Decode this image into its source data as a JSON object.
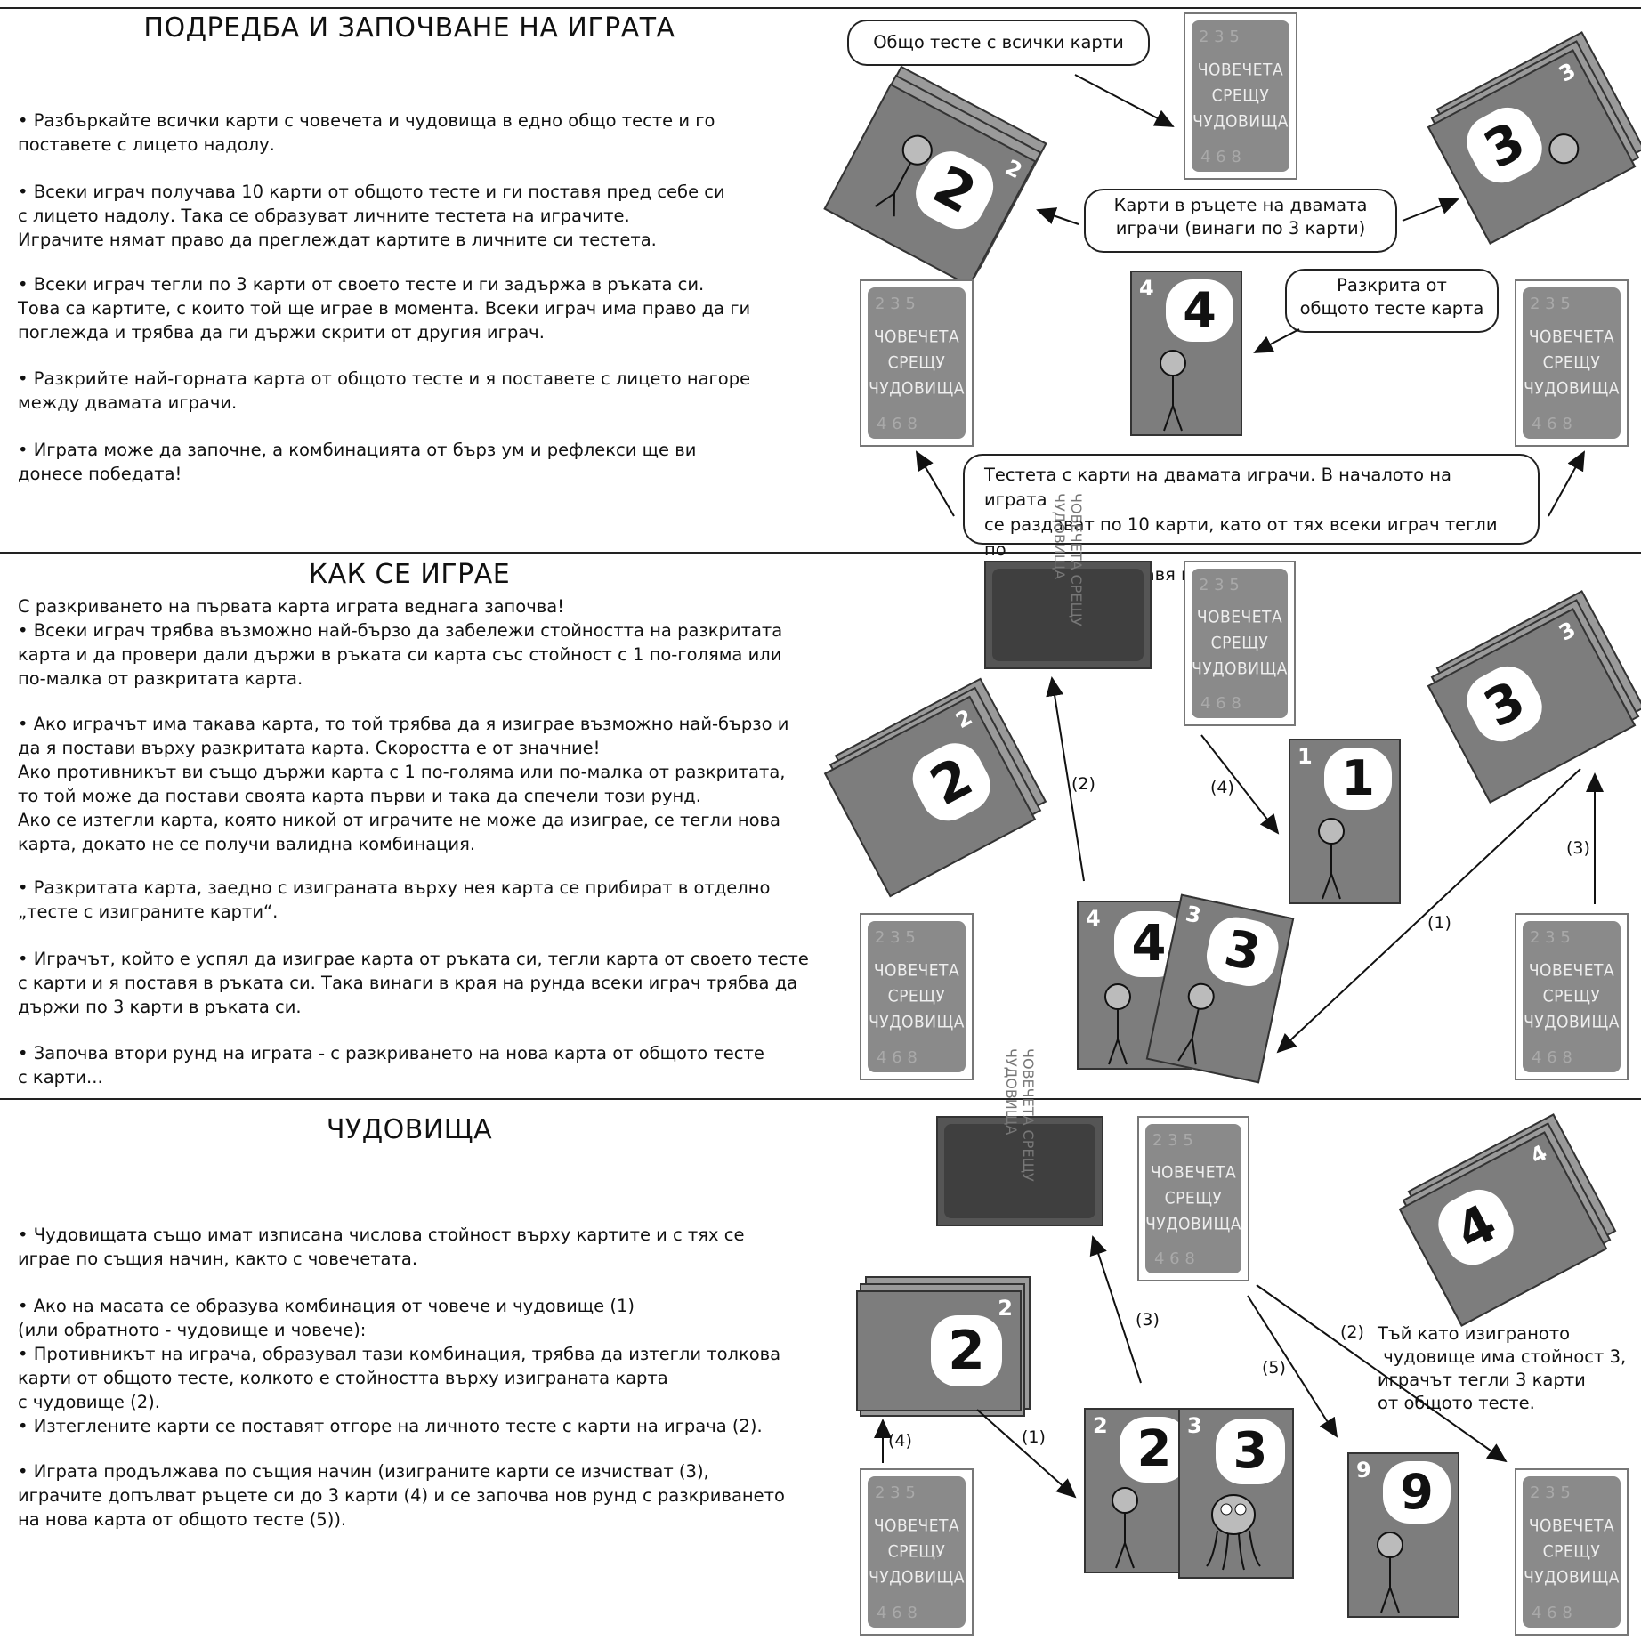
{
  "card_back_name": "ЧОВЕЧЕТА\nСРЕЩУ\nЧУДОВИЩА",
  "section1": {
    "title": "ПОДРЕДБА И ЗАПОЧВАНЕ НА ИГРАТА",
    "paragraphs": [
      "• Разбъркайте всички карти с човечета и чудовища в едно общо тесте и го\nпоставете с лицето надолу.",
      "• Всеки играч получава 10 карти от общото тесте и ги поставя пред себе си\nс лицето надолу. Така се  образуват личните тестета на играчите.\nИграчите нямат право да преглеждат картите в личните си тестета.",
      "• Всеки играч тегли по 3 карти от своето тесте и ги задържа в ръката си.\nТова са картите, с които той ще играе в момента. Всеки играч има право да ги\nпоглежда и трябва да ги държи скрити от другия играч.",
      "• Разкрийте най-горната карта от общото тесте и я поставете с лицето нагоре\nмежду двамата играчи.",
      "• Играта може да започне, а комбинацията от бърз ум и рефлекси ще ви\nдонесе победата!"
    ],
    "bubble_deck": "Общо тесте с всички карти",
    "bubble_hands": "Карти в ръцете на двамата\nиграчи (винаги по 3 карти)",
    "bubble_revealed": "Разкрита от\nобщото тесте карта",
    "bubble_personal": "Тестета с карти на двамата играчи. В началото на играта\nсе раздават по 10 карти, като от тях всеки играч тегли по\n3 карти и ги поставя в ръката си.",
    "cards": {
      "left_hand": "2",
      "right_hand": "3",
      "revealed": "4"
    }
  },
  "section2": {
    "title": "КАК СЕ ИГРАЕ",
    "paragraphs": [
      "С разкриването на първата карта играта веднага започва!\n • Всеки играч трябва възможно най-бързо да забележи стойността на разкритата\nкарта и да провери дали държи в ръката си карта със стойност с 1 по-голяма или\nпо-малка от разкритата карта.",
      "• Ако играчът има такава карта, то той трябва да я изиграе възможно най-бързо и\nда я постави върху разкритата карта. Скоростта е от значние!\nАко противникът ви също държи карта с 1 по-голяма или по-малка от разкритата,\nто той може да постави своята карта първи и така да спечели този рунд.\nАко се изтегли карта, която никой от играчите не може да изиграе, се тегли нова\nкарта, докато не се получи валидна комбинация.",
      "• Разкритата карта, заедно с изиграната върху нея карта се прибират в отделно\n„тесте с изиграните карти“.",
      "• Играчът, който е успял да изиграе карта от ръката си, тегли карта от своето тесте\nс карти и я поставя в ръката си. Така винаги в края на рунда всеки играч трябва да\nдържи по 3 карти в ръката си.",
      "• Започва втори рунд на играта - с разкриването на нова карта от общото тесте\nс карти..."
    ],
    "labels": [
      "(1)",
      "(2)",
      "(3)",
      "(4)"
    ],
    "cards": {
      "left_hand": "2",
      "right_hand": "3",
      "new": "1",
      "played_a": "4",
      "played_b": "3"
    }
  },
  "section3": {
    "title": "ЧУДОВИЩА",
    "paragraphs": [
      "• Чудовищата също имат изписана числова стойност върху картите и с тях се\nиграе по същия начин, както с човечетата.",
      "• Ако на масата се образува комбинация от човече и чудовище (1)\n(или обратното - чудовище и човече):\n   • Противникът на играча, образувал тази комбинация, трябва да изтегли толкова\n     карти от общото тесте, колкото е стойността върху изиграната карта\n     с чудовище (2).\n     • Изтеглените карти се поставят отгоре на личното тесте с карти на играча (2).",
      "• Играта продължава по същия начин (изиграните карти се изчистват (3),\nиграчите допълват  ръцете си до 3 карти (4) и се започва нов рунд с разкриването\nна нова карта от общото тесте (5))."
    ],
    "labels": [
      "(1)",
      "(2)",
      "(3)",
      "(4)",
      "(5)"
    ],
    "note": "Тъй като изиграното\n чудовище има стойност 3,\nиграчът тегли 3 карти\nот общото тесте.",
    "cards": {
      "left_hand": "2",
      "right_hand": "4",
      "played_a": "2",
      "played_b": "3",
      "drawn": "9"
    }
  }
}
